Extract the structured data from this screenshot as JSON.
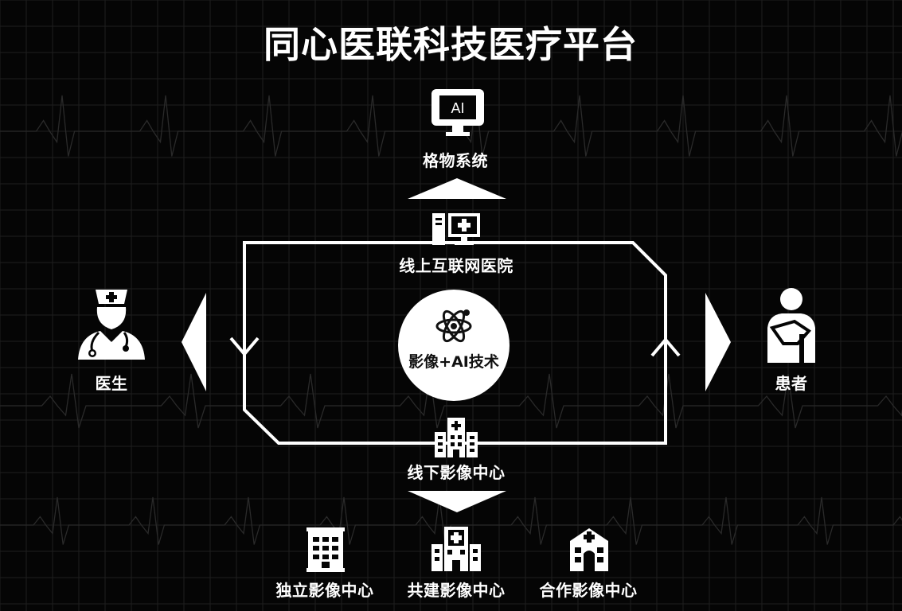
{
  "title": "同心医联科技医疗平台",
  "nodes": {
    "ai_system": {
      "icon_text": "AI",
      "label": "格物系统"
    },
    "online_hospital": {
      "label": "线上互联网医院"
    },
    "center": {
      "label": "影像+AI技术"
    },
    "offline_center": {
      "label": "线下影像中心"
    },
    "doctor": {
      "label": "医生"
    },
    "patient": {
      "label": "患者"
    },
    "independent_center": {
      "label": "独立影像中心"
    },
    "joint_center": {
      "label": "共建影像中心"
    },
    "cooperative_center": {
      "label": "合作影像中心"
    }
  },
  "icons": {
    "ai_system": "monitor-icon",
    "online_hospital": "computer-medical-icon",
    "center": "atom-icon",
    "offline_center": "hospital-building-icon",
    "doctor": "doctor-icon",
    "patient": "patient-icon",
    "independent_center": "office-building-icon",
    "joint_center": "hospital-icon",
    "cooperative_center": "clinic-icon"
  },
  "colors": {
    "background": "#050505",
    "foreground": "#ffffff",
    "grid": "#1f1f1f"
  }
}
